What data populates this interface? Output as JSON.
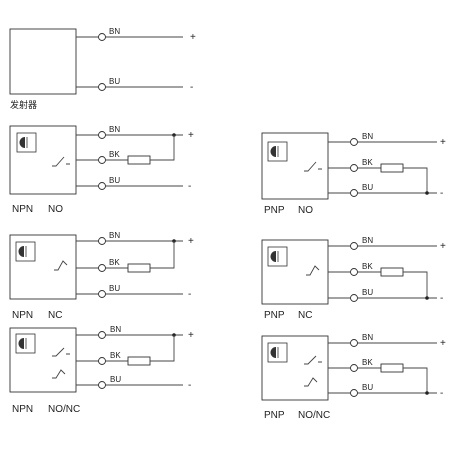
{
  "emitter": {
    "caption": "发射器",
    "wires": [
      {
        "label": "BN",
        "sign": "+"
      },
      {
        "label": "BU",
        "sign": "-"
      }
    ]
  },
  "npn_no": {
    "type": "NPN",
    "mode": "NO",
    "wires": [
      {
        "label": "BN",
        "sign": "+"
      },
      {
        "label": "BK"
      },
      {
        "label": "BU",
        "sign": "-"
      }
    ]
  },
  "npn_nc": {
    "type": "NPN",
    "mode": "NC",
    "wires": [
      {
        "label": "BN",
        "sign": "+"
      },
      {
        "label": "BK"
      },
      {
        "label": "BU",
        "sign": "-"
      }
    ]
  },
  "npn_nonc": {
    "type": "NPN",
    "mode": "NO/NC",
    "wires": [
      {
        "label": "BN",
        "sign": "+"
      },
      {
        "label": "BK"
      },
      {
        "label": "BU",
        "sign": "-"
      }
    ]
  },
  "pnp_no": {
    "type": "PNP",
    "mode": "NO",
    "wires": [
      {
        "label": "BN",
        "sign": "+"
      },
      {
        "label": "BK"
      },
      {
        "label": "BU",
        "sign": "-"
      }
    ]
  },
  "pnp_nc": {
    "type": "PNP",
    "mode": "NC",
    "wires": [
      {
        "label": "BN",
        "sign": "+"
      },
      {
        "label": "BK"
      },
      {
        "label": "BU",
        "sign": "-"
      }
    ]
  },
  "pnp_nonc": {
    "type": "PNP",
    "mode": "NO/NC",
    "wires": [
      {
        "label": "BN",
        "sign": "+"
      },
      {
        "label": "BK"
      },
      {
        "label": "BU",
        "sign": "-"
      }
    ]
  }
}
